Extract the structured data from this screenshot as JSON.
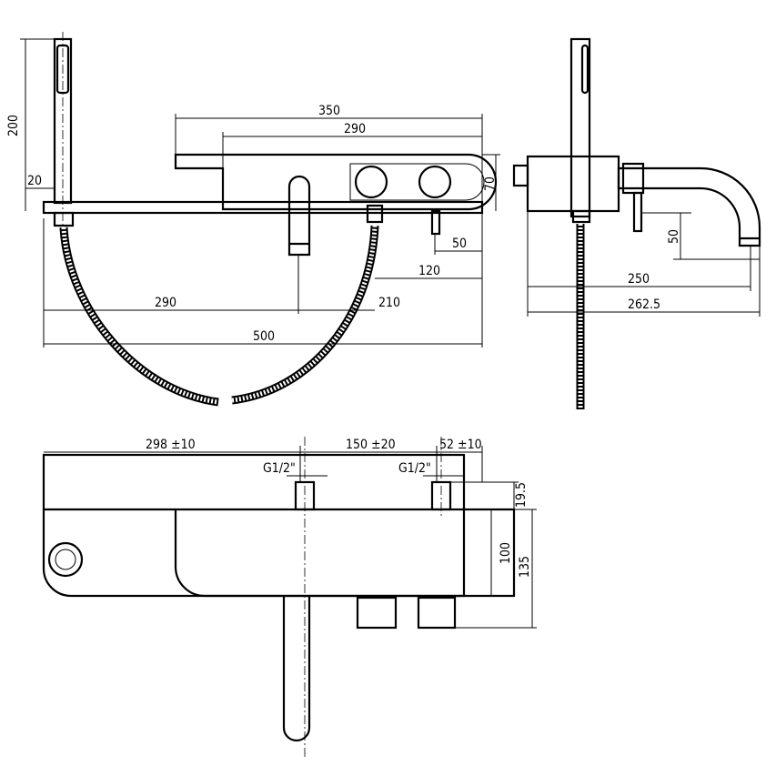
{
  "top_view": {
    "dim_height_shower": "200",
    "dim_shower_offset": "20",
    "dim_spout_total": "350",
    "dim_spout_body": "290",
    "dim_spout_height": "70",
    "dim_handle_offset": "50",
    "dim_mixer_offset": "120",
    "dim_left_to_spout": "290",
    "dim_spout_to_hose": "210",
    "dim_total_width": "500"
  },
  "side_view": {
    "dim_spout_drop": "50",
    "dim_projection": "250",
    "dim_projection_total": "262.5"
  },
  "front_view": {
    "dim_left_to_inlet": "298 ±10",
    "dim_inlet_spacing": "150 ±20",
    "dim_inlet_to_right": "52 ±10",
    "inlet_thread_left": "G1/2\"",
    "inlet_thread_right": "G1/2\"",
    "dim_inlet_depth": "19.5",
    "dim_body_depth": "100",
    "dim_total_depth": "135"
  }
}
